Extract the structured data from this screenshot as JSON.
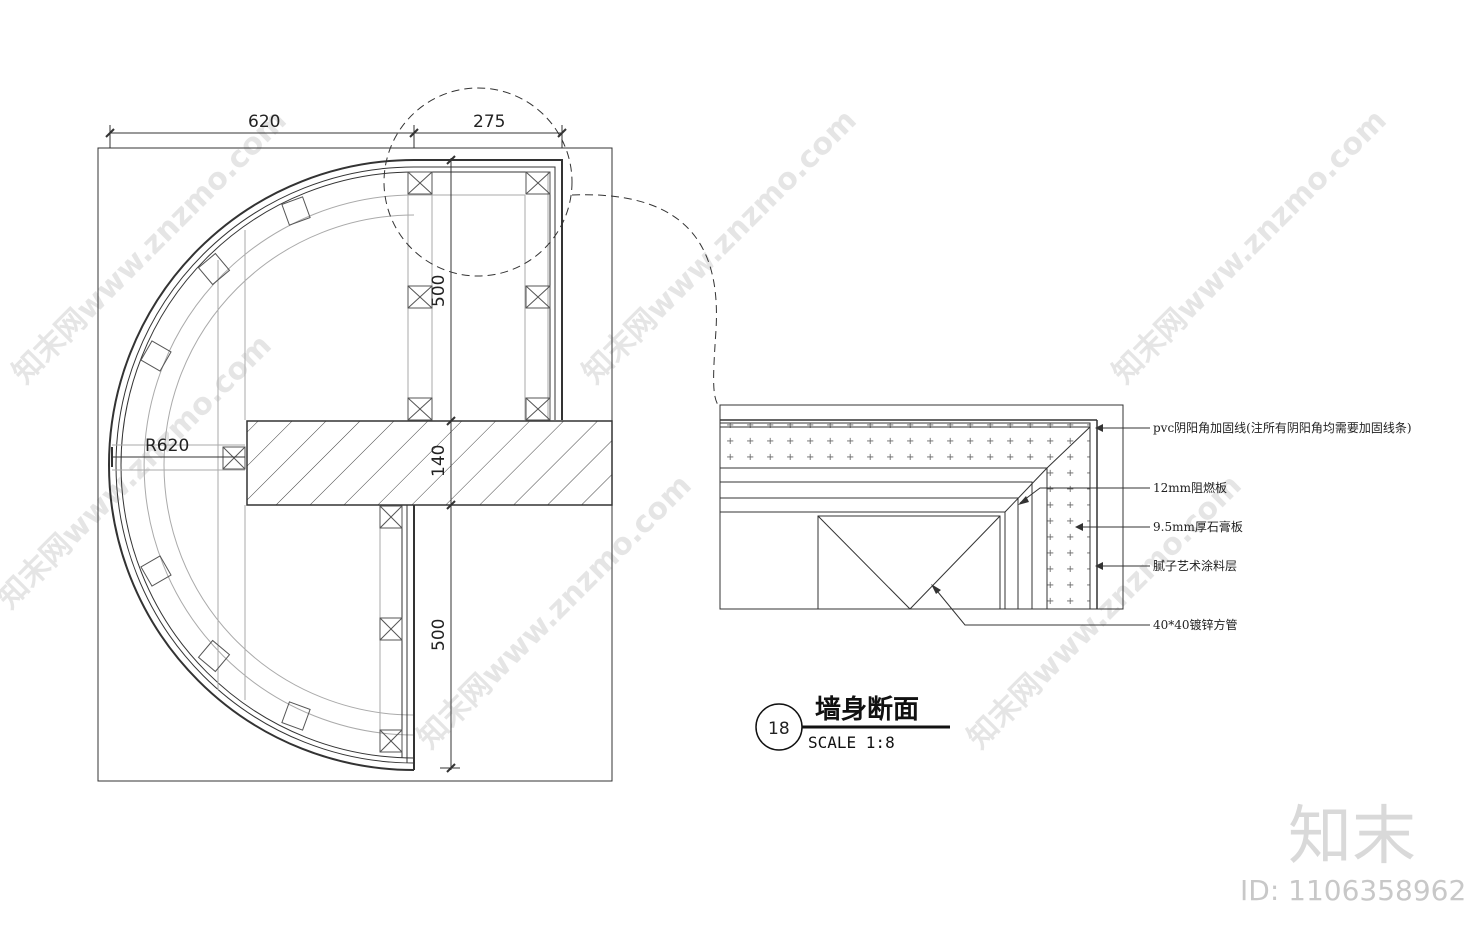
{
  "plan": {
    "dim_top_left": "620",
    "dim_top_right": "275",
    "dim_upper_vertical": "500",
    "dim_lower_vertical": "500",
    "dim_partition": "140",
    "radius_label": "R620"
  },
  "section": {
    "callouts": [
      "pvc阴阳角加固线(注所有阴阳角均需要加固线条)",
      "12mm阻燃板",
      "9.5mm厚石膏板",
      "腻子艺术涂料层",
      "40*40镀锌方管"
    ]
  },
  "title_block": {
    "number": "18",
    "title": "墙身断面",
    "scale": "SCALE 1:8"
  },
  "watermark": {
    "text": "知末网www.znzmo.com",
    "brand": "知末",
    "id": "ID: 1106358962"
  }
}
